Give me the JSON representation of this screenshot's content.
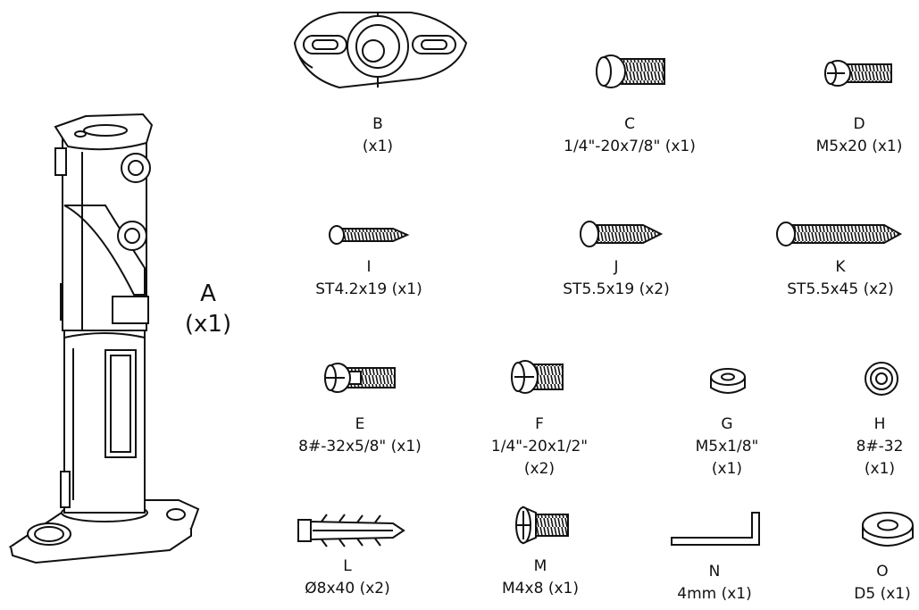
{
  "parts": [
    {
      "id": "A",
      "letter": "A",
      "spec": "",
      "qty": "(x1)",
      "icon": "speaker-mount-arm"
    },
    {
      "id": "B",
      "letter": "B",
      "spec": "",
      "qty": "(x1)",
      "icon": "mounting-plate"
    },
    {
      "id": "C",
      "letter": "C",
      "spec": "1/4\"-20x7/8\"",
      "qty": "(x1)",
      "icon": "machine-screw"
    },
    {
      "id": "D",
      "letter": "D",
      "spec": "M5x20",
      "qty": "(x1)",
      "icon": "machine-screw"
    },
    {
      "id": "I",
      "letter": "I",
      "spec": "ST4.2x19",
      "qty": "(x1)",
      "icon": "wood-screw"
    },
    {
      "id": "J",
      "letter": "J",
      "spec": "ST5.5x19",
      "qty": "(x2)",
      "icon": "wood-screw"
    },
    {
      "id": "K",
      "letter": "K",
      "spec": "ST5.5x45",
      "qty": "(x2)",
      "icon": "wood-screw"
    },
    {
      "id": "E",
      "letter": "E",
      "spec": "8#-32x5/8\"",
      "qty": "(x1)",
      "icon": "machine-screw"
    },
    {
      "id": "F",
      "letter": "F",
      "spec": "1/4\"-20x1/2\"",
      "qty": "(x2)",
      "icon": "machine-screw"
    },
    {
      "id": "G",
      "letter": "G",
      "spec": "M5x1/8\"",
      "qty": "(x1)",
      "icon": "spacer"
    },
    {
      "id": "H",
      "letter": "H",
      "spec": "8#-32",
      "qty": "(x1)",
      "icon": "nut"
    },
    {
      "id": "L",
      "letter": "L",
      "spec": "Ø8x40",
      "qty": "(x2)",
      "icon": "wall-anchor"
    },
    {
      "id": "M",
      "letter": "M",
      "spec": "M4x8",
      "qty": "(x1)",
      "icon": "countersunk-screw"
    },
    {
      "id": "N",
      "letter": "N",
      "spec": "4mm",
      "qty": "(x1)",
      "icon": "hex-key"
    },
    {
      "id": "O",
      "letter": "O",
      "spec": "D5",
      "qty": "(x1)",
      "icon": "washer"
    }
  ]
}
